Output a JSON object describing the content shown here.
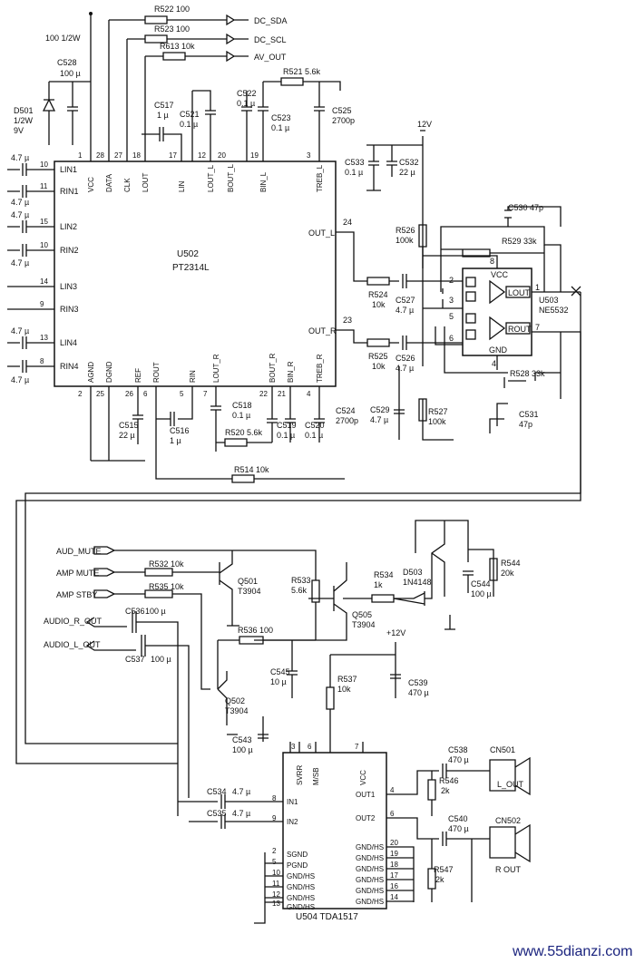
{
  "watermark": "www.55dianzi.com",
  "u502": {
    "ref": "U502",
    "part": "PT2314L",
    "pins_left": [
      "LIN1",
      "RIN1",
      "LIN2",
      "RIN2",
      "LIN3",
      "RIN3",
      "LIN4",
      "RIN4"
    ],
    "pins_left_num": [
      "10",
      "11",
      "15",
      "10",
      "14",
      "9",
      "13",
      "8"
    ],
    "pins_top": [
      "VCC",
      "DATA",
      "CLK",
      "LOUT",
      "LIN",
      "LOUT_L",
      "BOUT_L",
      "BIN_L",
      "TREB_L"
    ],
    "pins_top_num": [
      "1",
      "28",
      "27",
      "18",
      "17",
      "12",
      "20",
      "19",
      "3"
    ],
    "pins_bottom": [
      "AGND",
      "DGND",
      "REF",
      "ROUT",
      "RIN",
      "LOUT_R",
      "BOUT_R",
      "BIN_R",
      "TREB_R"
    ],
    "pins_bottom_num": [
      "2",
      "25",
      "26",
      "6",
      "5",
      "7",
      "22",
      "21",
      "4"
    ],
    "out_l": "OUT_L",
    "out_l_num": "24",
    "out_r": "OUT_R",
    "out_r_num": "23"
  },
  "top_nets": {
    "r522": "R522 100",
    "r523": "R523 100",
    "r613": "R613 10k",
    "dc_sda": "DC_SDA",
    "dc_scl": "DC_SCL",
    "av_out": "AV_OUT",
    "c528": "C528",
    "c528v": "100 µ",
    "v100": "100 1/2W",
    "d501": "D501",
    "d501v": "1/2W",
    "d501c": "9V",
    "c517": "C517",
    "c517v": "1 µ",
    "c521": "C521",
    "c521v": "0.1 µ",
    "c522": "C522",
    "c522v": "0.1 µ",
    "c523": "C523",
    "c523v": "0.1 µ",
    "r521": "R521 5.6k",
    "c525": "C525",
    "c525v": "2700p"
  },
  "in_caps": [
    "4.7 µ",
    "4.7 µ",
    "4.7 µ",
    "4.7 µ",
    "4.7 µ",
    "4.7 µ"
  ],
  "bottom_parts": {
    "c515": "C515",
    "c515v": "22 µ",
    "c516": "C516",
    "c516v": "1 µ",
    "c518": "C518",
    "c518v": "0.1 µ",
    "r520": "R520 5.6k",
    "c519": "C519",
    "c519v": "0.1 µ",
    "c520": "C520",
    "c520v": "0.1 µ",
    "c524": "C524",
    "c524v": "2700p",
    "r514": "R514 10k"
  },
  "opamp": {
    "ref": "U503",
    "part": "NE5532",
    "vcc": "VCC",
    "gnd": "GND",
    "lout": "LOUT",
    "rout": "ROUT",
    "v12": "12V",
    "c533": "C533",
    "c533v": "0.1 µ",
    "c532": "C532",
    "c532v": "22 µ",
    "r526": "R526",
    "r526v": "100k",
    "c530": "C530 47p",
    "r529": "R529 33k",
    "r524": "R524",
    "r524v": "10k",
    "c527": "C527",
    "c527v": "4.7 µ",
    "r525": "R525",
    "r525v": "10k",
    "c526": "C526",
    "c526v": "4.7 µ",
    "c529": "C529",
    "c529v": "4.7 µ",
    "r527": "R527",
    "r527v": "100k",
    "r528": "R528 33k",
    "c531": "C531",
    "c531v": "47p",
    "pins": [
      "1",
      "2",
      "3",
      "4",
      "5",
      "6",
      "7",
      "8"
    ]
  },
  "mute": {
    "aud_mute": "AUD_MUTE",
    "amp_mute": "AMP MUTE",
    "amp_stby": "AMP STBY",
    "audio_r": "AUDIO_R_OUT",
    "audio_l": "AUDIO_L_OUT",
    "r532": "R532 10k",
    "r535": "R535 10k",
    "q501": "Q501",
    "q501p": "T3904",
    "r533": "R533",
    "r533v": "5.6k",
    "r534": "R534",
    "r534v": "1k",
    "d503": "D503",
    "d503p": "1N4148",
    "q505": "Q505",
    "q505p": "T3904",
    "r544": "R544",
    "r544v": "20k",
    "c544": "C544",
    "c544v": "100 µ",
    "c536": "C536",
    "c536v": "100 µ",
    "c537": "C537",
    "c537v": "100 µ",
    "r536": "R536 100",
    "c545": "C545",
    "c545v": "10 µ",
    "v12b": "+12V",
    "r537": "R537",
    "r537v": "10k",
    "c539": "C539",
    "c539v": "470 µ",
    "q502": "Q502",
    "q502p": "T3904",
    "c543": "C543",
    "c543v": "100 µ"
  },
  "amp": {
    "ref": "U504 TDA1517",
    "pins_left": [
      "IN1",
      "IN2",
      "SGND",
      "PGND",
      "GND/HS",
      "GND/HS",
      "GND/HS",
      "GND/HS"
    ],
    "pins_left_num": [
      "8",
      "9",
      "2",
      "5",
      "10",
      "11",
      "12",
      "13"
    ],
    "pins_top": [
      "SVRR",
      "M/SB",
      "VCC"
    ],
    "pins_top_num": [
      "3",
      "6",
      "7"
    ],
    "pins_right": [
      "OUT1",
      "OUT2",
      "GND/HS",
      "GND/HS",
      "GND/HS",
      "GND/HS",
      "GND/HS",
      "GND/HS"
    ],
    "pins_right_num": [
      "4",
      "6",
      "20",
      "19",
      "18",
      "17",
      "16",
      "14"
    ],
    "c534": "C534",
    "c534v": "4.7 µ",
    "c535": "C535",
    "c535v": "4.7 µ",
    "c538": "C538",
    "c538v": "470 µ",
    "c540": "C540",
    "c540v": "470 µ",
    "r546": "R546",
    "r546v": "2k",
    "r547": "R547",
    "r547v": "2k",
    "cn501": "CN501",
    "cn501l": "L_OUT",
    "cn502": "CN502",
    "cn502l": "R OUT"
  }
}
